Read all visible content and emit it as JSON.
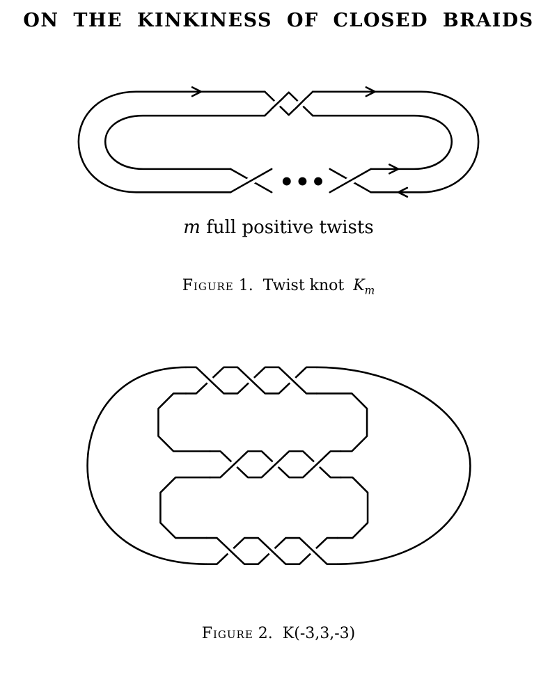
{
  "page": {
    "background": "#ffffff",
    "ink": "#000000"
  },
  "header": {
    "title": "ON THE KINKINESS OF CLOSED BRAIDS"
  },
  "figure1": {
    "annotation_var": "m",
    "annotation_text": "full positive twists",
    "caption": {
      "label": "Figure",
      "number": "1.",
      "text": "Twist knot",
      "math_base": "K",
      "math_sub": "m"
    }
  },
  "figure2": {
    "caption": {
      "label": "Figure",
      "number": "2.",
      "text": "K(-3,3,-3)"
    }
  }
}
